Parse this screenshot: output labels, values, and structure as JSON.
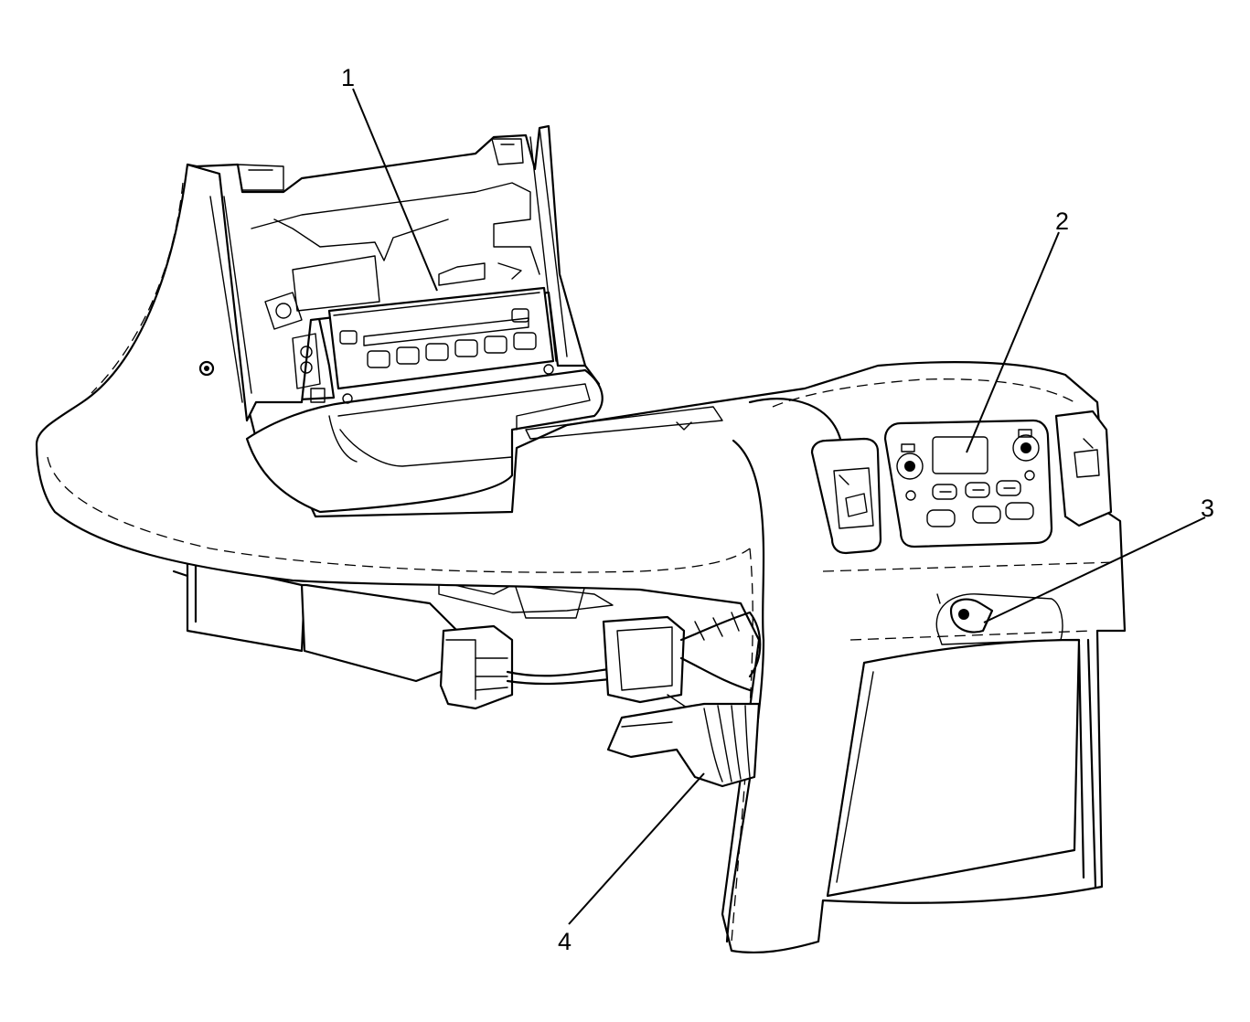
{
  "callouts": [
    {
      "id": "1",
      "label": "1"
    },
    {
      "id": "2",
      "label": "2"
    },
    {
      "id": "3",
      "label": "3"
    },
    {
      "id": "4",
      "label": "4"
    }
  ]
}
